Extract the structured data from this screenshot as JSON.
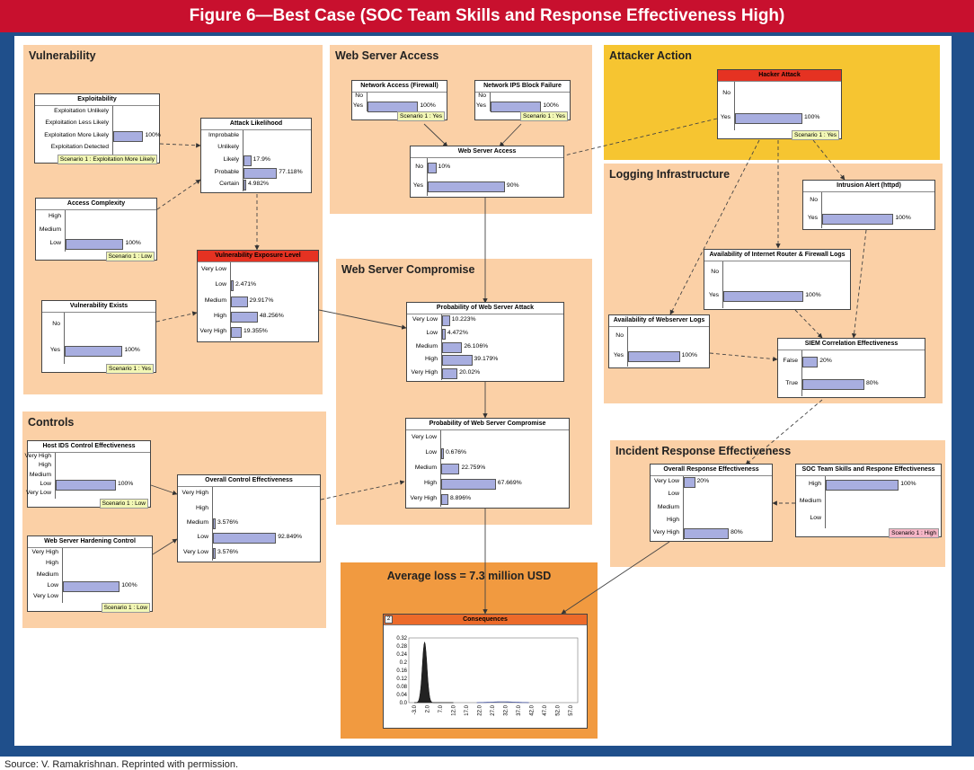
{
  "figure_title": "Figure 6—Best Case (SOC Team Skills and Response Effectiveness High)",
  "source": "Source:  V. Ramakrishnan. Reprinted with permission.",
  "panels": {
    "vulnerability": "Vulnerability",
    "web_server_access": "Web Server Access",
    "attacker_action": "Attacker Action",
    "logging_infrastructure": "Logging Infrastructure",
    "web_server_compromise": "Web Server Compromise",
    "controls": "Controls",
    "incident_response": "Incident Response Effectiveness",
    "average_loss": "Average loss = 7.3 million  USD"
  },
  "colors": {
    "title_bar": "#c8102e",
    "frame": "#1f4f8b",
    "panel": "#fbd0a6",
    "attacker_panel": "#f6c531",
    "loss_panel": "#f19a40",
    "bar": "#a8aee0",
    "node_header_red": "#e53222"
  },
  "nodes": {
    "exploitability": {
      "title": "Exploitability",
      "states": [
        {
          "label": "Exploitation Unlikely",
          "pct": "",
          "value": 0
        },
        {
          "label": "Exploitation Less Likely",
          "pct": "",
          "value": 0
        },
        {
          "label": "Exploitation More Likely",
          "pct": "100%",
          "value": 100
        },
        {
          "label": "Exploitation Detected",
          "pct": "",
          "value": 0
        }
      ],
      "scenario": "Scenario 1 : Exploitation More Likely"
    },
    "attack_likelihood": {
      "title": "Attack Likelihood",
      "states": [
        {
          "label": "Improbable",
          "pct": "",
          "value": 0
        },
        {
          "label": "Unlikely",
          "pct": "",
          "value": 0
        },
        {
          "label": "Likely",
          "pct": "17.9%",
          "value": 17.9
        },
        {
          "label": "Probable",
          "pct": "77.118%",
          "value": 77.118
        },
        {
          "label": "Certain",
          "pct": "4.982%",
          "value": 4.982
        }
      ]
    },
    "access_complexity": {
      "title": "Access Complexity",
      "states": [
        {
          "label": "High",
          "pct": "",
          "value": 0
        },
        {
          "label": "Medium",
          "pct": "",
          "value": 0
        },
        {
          "label": "Low",
          "pct": "100%",
          "value": 100
        }
      ],
      "scenario": "Scenario 1 : Low"
    },
    "vulnerability_exposure": {
      "title": "Vulnerability Exposure Level",
      "states": [
        {
          "label": "Very Low",
          "pct": "",
          "value": 0
        },
        {
          "label": "Low",
          "pct": "2.471%",
          "value": 2.471
        },
        {
          "label": "Medium",
          "pct": "29.917%",
          "value": 29.917
        },
        {
          "label": "High",
          "pct": "48.256%",
          "value": 48.256
        },
        {
          "label": "Very High",
          "pct": "19.355%",
          "value": 19.355
        }
      ]
    },
    "vulnerability_exists": {
      "title": "Vulnerability Exists",
      "states": [
        {
          "label": "No",
          "pct": "",
          "value": 0
        },
        {
          "label": "Yes",
          "pct": "100%",
          "value": 100
        }
      ],
      "scenario": "Scenario 1 : Yes"
    },
    "network_access": {
      "title": "Network Access (Firewall)",
      "states": [
        {
          "label": "No",
          "pct": "",
          "value": 0
        },
        {
          "label": "Yes",
          "pct": "100%",
          "value": 100
        }
      ],
      "scenario": "Scenario 1 : Yes"
    },
    "network_ips": {
      "title": "Network IPS Block Failure",
      "states": [
        {
          "label": "No",
          "pct": "",
          "value": 0
        },
        {
          "label": "Yes",
          "pct": "100%",
          "value": 100
        }
      ],
      "scenario": "Scenario 1 : Yes"
    },
    "web_server_access": {
      "title": "Web Server Access",
      "states": [
        {
          "label": "No",
          "pct": "10%",
          "value": 10
        },
        {
          "label": "Yes",
          "pct": "90%",
          "value": 90
        }
      ]
    },
    "hacker_attack": {
      "title": "Hacker Attack",
      "states": [
        {
          "label": "No",
          "pct": "",
          "value": 0
        },
        {
          "label": "Yes",
          "pct": "100%",
          "value": 100
        }
      ],
      "scenario": "Scenario 1 : Yes"
    },
    "intrusion_alert": {
      "title": "Intrusion Alert (httpd)",
      "states": [
        {
          "label": "No",
          "pct": "",
          "value": 0
        },
        {
          "label": "Yes",
          "pct": "100%",
          "value": 100
        }
      ]
    },
    "internet_router_logs": {
      "title": "Availability of Internet Router  & Firewall Logs",
      "states": [
        {
          "label": "No",
          "pct": "",
          "value": 0
        },
        {
          "label": "Yes",
          "pct": "100%",
          "value": 100
        }
      ]
    },
    "webserver_logs": {
      "title": "Availability of Webserver Logs",
      "states": [
        {
          "label": "No",
          "pct": "",
          "value": 0
        },
        {
          "label": "Yes",
          "pct": "100%",
          "value": 100
        }
      ]
    },
    "siem": {
      "title": "SIEM Correlation Effectiveness",
      "states": [
        {
          "label": "False",
          "pct": "20%",
          "value": 20
        },
        {
          "label": "True",
          "pct": "80%",
          "value": 80
        }
      ]
    },
    "prob_attack": {
      "title": "Probability of Web Server Attack",
      "states": [
        {
          "label": "Very Low",
          "pct": "10.223%",
          "value": 10.223
        },
        {
          "label": "Low",
          "pct": "4.472%",
          "value": 4.472
        },
        {
          "label": "Medium",
          "pct": "26.106%",
          "value": 26.106
        },
        {
          "label": "High",
          "pct": "39.179%",
          "value": 39.179
        },
        {
          "label": "Very High",
          "pct": "20.02%",
          "value": 20.02
        }
      ]
    },
    "prob_compromise": {
      "title": "Probability of Web Server Compromise",
      "states": [
        {
          "label": "Very Low",
          "pct": "",
          "value": 0
        },
        {
          "label": "Low",
          "pct": "0.676%",
          "value": 0.676
        },
        {
          "label": "Medium",
          "pct": "22.759%",
          "value": 22.759
        },
        {
          "label": "High",
          "pct": "67.669%",
          "value": 67.669
        },
        {
          "label": "Very High",
          "pct": "8.896%",
          "value": 8.896
        }
      ]
    },
    "host_ids": {
      "title": "Host IDS Control Effectiveness",
      "states": [
        {
          "label": "Very High",
          "pct": "",
          "value": 0
        },
        {
          "label": "High",
          "pct": "",
          "value": 0
        },
        {
          "label": "Medium",
          "pct": "",
          "value": 0
        },
        {
          "label": "Low",
          "pct": "100%",
          "value": 100
        },
        {
          "label": "Very Low",
          "pct": "",
          "value": 0
        }
      ],
      "scenario": "Scenario 1 : Low"
    },
    "overall_control": {
      "title": "Overall Control Effectiveness",
      "states": [
        {
          "label": "Very High",
          "pct": "",
          "value": 0
        },
        {
          "label": "High",
          "pct": "",
          "value": 0
        },
        {
          "label": "Medium",
          "pct": "3.576%",
          "value": 3.576
        },
        {
          "label": "Low",
          "pct": "92.849%",
          "value": 92.849
        },
        {
          "label": "Very Low",
          "pct": "3.576%",
          "value": 3.576
        }
      ]
    },
    "hardening": {
      "title": "Web Server Hardening Control",
      "states": [
        {
          "label": "Very High",
          "pct": "",
          "value": 0
        },
        {
          "label": "High",
          "pct": "",
          "value": 0
        },
        {
          "label": "Medium",
          "pct": "",
          "value": 0
        },
        {
          "label": "Low",
          "pct": "100%",
          "value": 100
        },
        {
          "label": "Very Low",
          "pct": "",
          "value": 0
        }
      ],
      "scenario": "Scenario 1 : Low"
    },
    "overall_response": {
      "title": "Overall Response  Effectiveness",
      "states": [
        {
          "label": "Very Low",
          "pct": "20%",
          "value": 20
        },
        {
          "label": "Low",
          "pct": "",
          "value": 0
        },
        {
          "label": "Medium",
          "pct": "",
          "value": 0
        },
        {
          "label": "High",
          "pct": "",
          "value": 0
        },
        {
          "label": "Very High",
          "pct": "80%",
          "value": 80
        }
      ]
    },
    "soc_skills": {
      "title": "SOC Team Skills and Respone Effectiveness",
      "states": [
        {
          "label": "High",
          "pct": "100%",
          "value": 100
        },
        {
          "label": "Medium",
          "pct": "",
          "value": 0
        },
        {
          "label": "Low",
          "pct": "",
          "value": 0
        }
      ],
      "scenario": "Scenario 1 : High"
    }
  },
  "consequences": {
    "title": "Consequences",
    "icon": "2",
    "y_ticks": [
      "0.32",
      "0.28",
      "0.24",
      "0.2",
      "0.16",
      "0.12",
      "0.08",
      "0.04",
      "0.0"
    ],
    "x_ticks": [
      "-3.0",
      "2.0",
      "7.0",
      "12.0",
      "17.0",
      "22.0",
      "27.0",
      "32.0",
      "37.0",
      "42.0",
      "47.0",
      "52.0",
      "57.0"
    ]
  }
}
